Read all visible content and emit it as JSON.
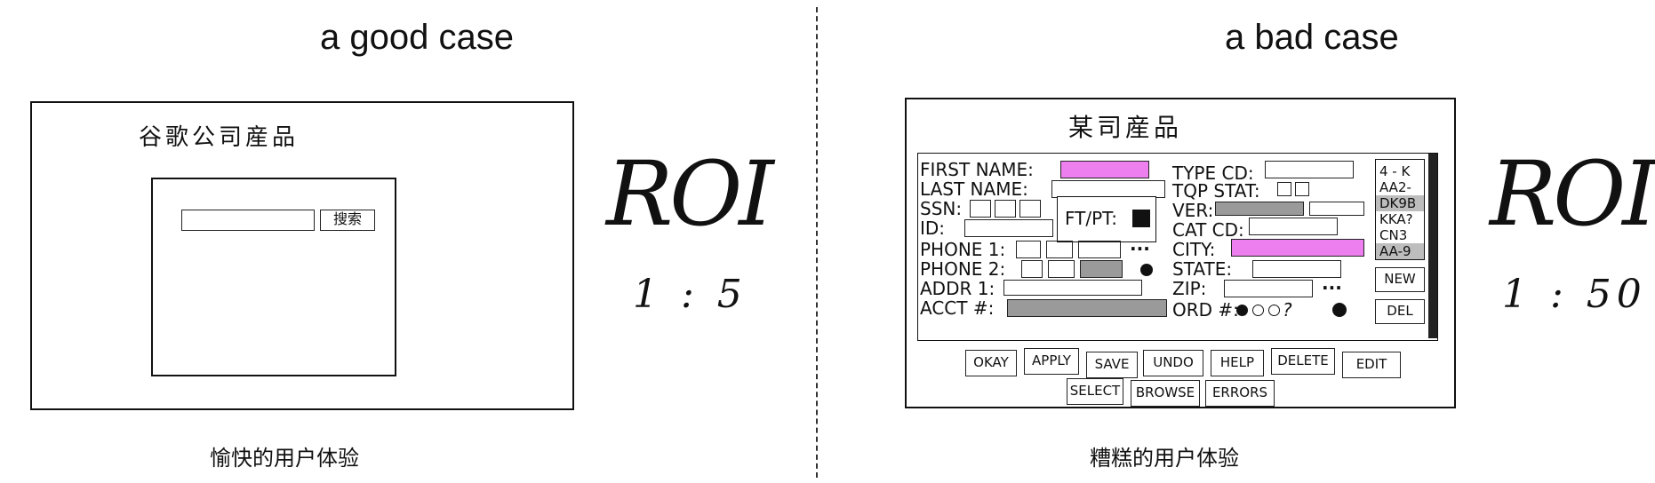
{
  "left": {
    "heading": "a good case",
    "app_title": "谷歌公司産品",
    "search_button": "搜索",
    "roi_label": "ROI",
    "ratio": "1 : 5",
    "caption": "愉快的用户体验"
  },
  "right": {
    "heading": "a bad case",
    "app_title": "某司産品",
    "roi_label": "ROI",
    "ratio": "1 : 50",
    "caption": "糟糕的用户体验",
    "fields": {
      "first_name": "FIRST NAME:",
      "last_name": "LAST NAME:",
      "ssn": "SSN:",
      "id": "ID:",
      "phone1": "PHONE 1:",
      "phone2": "PHONE 2:",
      "addr1": "ADDR 1:",
      "acct": "ACCT #:",
      "ftpt": "FT/PT:",
      "type_cd": "TYPE CD:",
      "tqp_stat": "TQP STAT:",
      "ver": "VER:",
      "cat_cd": "CAT CD:",
      "city": "CITY:",
      "state": "STATE:",
      "zip": "ZIP:",
      "ord": "ORD #:",
      "ellipsis1": "...",
      "ellipsis2": "...",
      "question": "?"
    },
    "list_items": [
      "4 - K",
      "AA2-",
      "DK9B",
      "KKA?",
      "CN3",
      "AA-9"
    ],
    "side_buttons": [
      "NEW",
      "DEL"
    ],
    "buttons_row1": [
      "OKAY",
      "APPLY",
      "SAVE",
      "UNDO",
      "HELP",
      "DELETE",
      "EDIT"
    ],
    "buttons_row2": [
      "SELECT",
      "BROWSE",
      "ERRORS"
    ]
  },
  "colors": {
    "pink": "#ee7fee",
    "gray": "#9a9a9a"
  }
}
